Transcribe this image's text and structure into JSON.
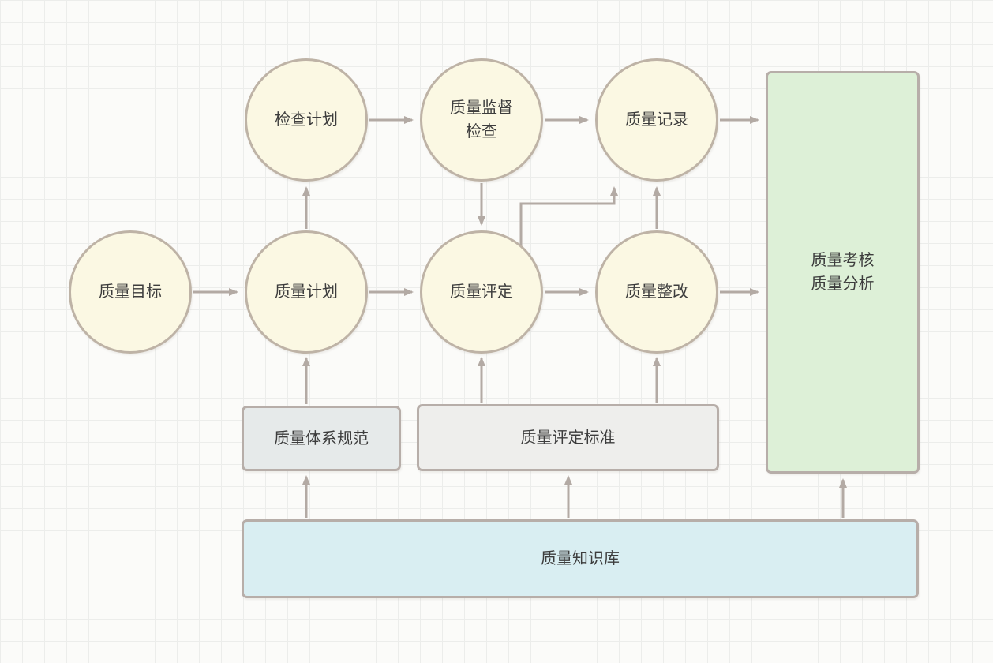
{
  "diagram": {
    "title": "quality-management-flow",
    "nodes": {
      "inspection_plan": {
        "label": "检查计划"
      },
      "supervision_check": {
        "line1": "质量监督",
        "line2": "检查"
      },
      "quality_record": {
        "label": "质量记录"
      },
      "quality_goal": {
        "label": "质量目标"
      },
      "quality_plan": {
        "label": "质量计划"
      },
      "quality_eval": {
        "label": "质量评定"
      },
      "quality_rect": {
        "label": "质量整改"
      },
      "assessment": {
        "line1": "质量考核",
        "line2": "质量分析"
      },
      "system_spec": {
        "label": "质量体系规范"
      },
      "eval_standard": {
        "label": "质量评定标准"
      },
      "knowledge_base": {
        "label": "质量知识库"
      }
    },
    "edges": [
      {
        "from": "quality_goal",
        "to": "quality_plan"
      },
      {
        "from": "quality_plan",
        "to": "quality_eval"
      },
      {
        "from": "quality_eval",
        "to": "quality_rect"
      },
      {
        "from": "quality_rect",
        "to": "assessment"
      },
      {
        "from": "quality_plan",
        "to": "inspection_plan"
      },
      {
        "from": "inspection_plan",
        "to": "supervision_check"
      },
      {
        "from": "supervision_check",
        "to": "quality_record"
      },
      {
        "from": "quality_record",
        "to": "assessment"
      },
      {
        "from": "supervision_check",
        "to": "quality_eval"
      },
      {
        "from": "quality_eval",
        "to": "quality_record"
      },
      {
        "from": "quality_rect",
        "to": "quality_record"
      },
      {
        "from": "system_spec",
        "to": "quality_plan"
      },
      {
        "from": "eval_standard",
        "to": "quality_eval"
      },
      {
        "from": "eval_standard",
        "to": "quality_rect"
      },
      {
        "from": "knowledge_base",
        "to": "system_spec"
      },
      {
        "from": "knowledge_base",
        "to": "eval_standard"
      },
      {
        "from": "knowledge_base",
        "to": "assessment"
      }
    ],
    "colors": {
      "circle_fill": "#fbf8e3",
      "circle_border": "#beb3a6",
      "green_fill": "#ddf0d7",
      "gray_fill_1": "#e6eaea",
      "gray_fill_2": "#eeeeec",
      "blue_fill": "#d9eef2",
      "box_border": "#b7aea9",
      "arrow": "#b3aaa4",
      "grid_line": "#ecedeb",
      "background": "#fbfbf9"
    }
  }
}
